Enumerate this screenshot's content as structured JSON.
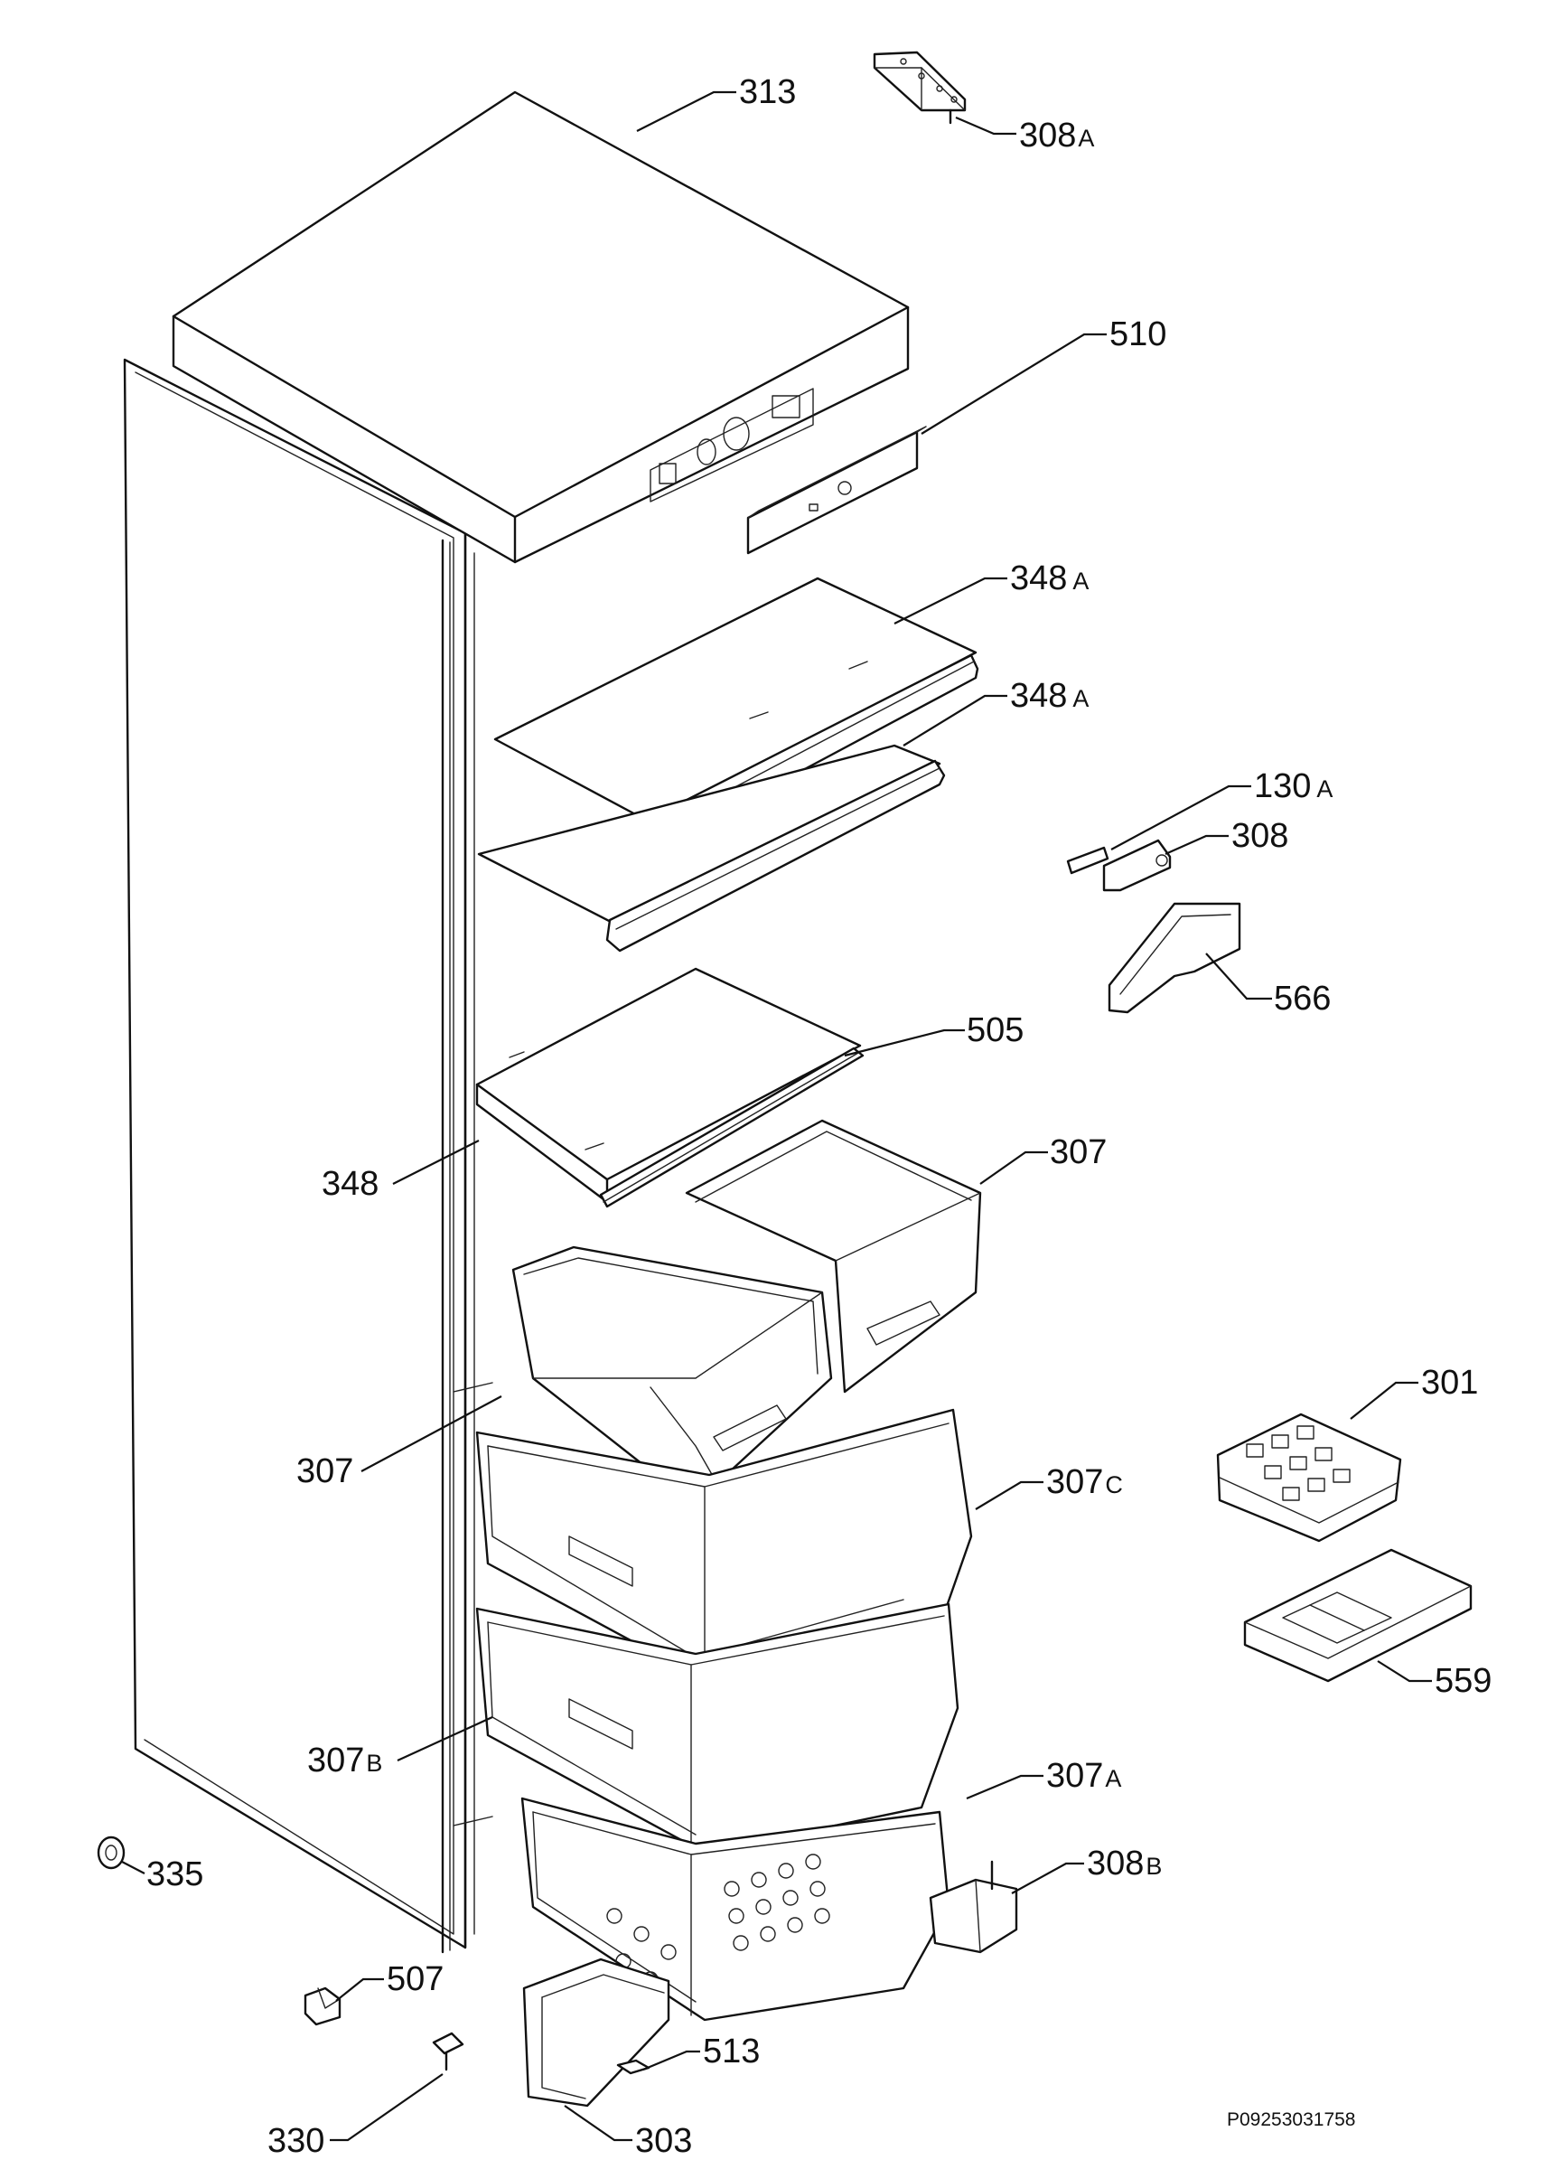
{
  "diagram": {
    "code": "P09253031758",
    "labels": {
      "p313": {
        "num": "313",
        "suffix": ""
      },
      "p308a": {
        "num": "308",
        "suffix": "A"
      },
      "p510": {
        "num": "510",
        "suffix": ""
      },
      "p348a1": {
        "num": "348",
        "suffix": "A"
      },
      "p348a2": {
        "num": "348",
        "suffix": "A"
      },
      "p130a": {
        "num": "130",
        "suffix": "A"
      },
      "p308": {
        "num": "308",
        "suffix": ""
      },
      "p566": {
        "num": "566",
        "suffix": ""
      },
      "p505": {
        "num": "505",
        "suffix": ""
      },
      "p307r": {
        "num": "307",
        "suffix": ""
      },
      "p348": {
        "num": "348",
        "suffix": ""
      },
      "p301": {
        "num": "301",
        "suffix": ""
      },
      "p307l": {
        "num": "307",
        "suffix": ""
      },
      "p307c": {
        "num": "307",
        "suffix": "C"
      },
      "p559": {
        "num": "559",
        "suffix": ""
      },
      "p307b": {
        "num": "307",
        "suffix": "B"
      },
      "p307a": {
        "num": "307",
        "suffix": "A"
      },
      "p335": {
        "num": "335",
        "suffix": ""
      },
      "p308b": {
        "num": "308",
        "suffix": "B"
      },
      "p507": {
        "num": "507",
        "suffix": ""
      },
      "p513": {
        "num": "513",
        "suffix": ""
      },
      "p330": {
        "num": "330",
        "suffix": ""
      },
      "p303": {
        "num": "303",
        "suffix": ""
      }
    }
  }
}
